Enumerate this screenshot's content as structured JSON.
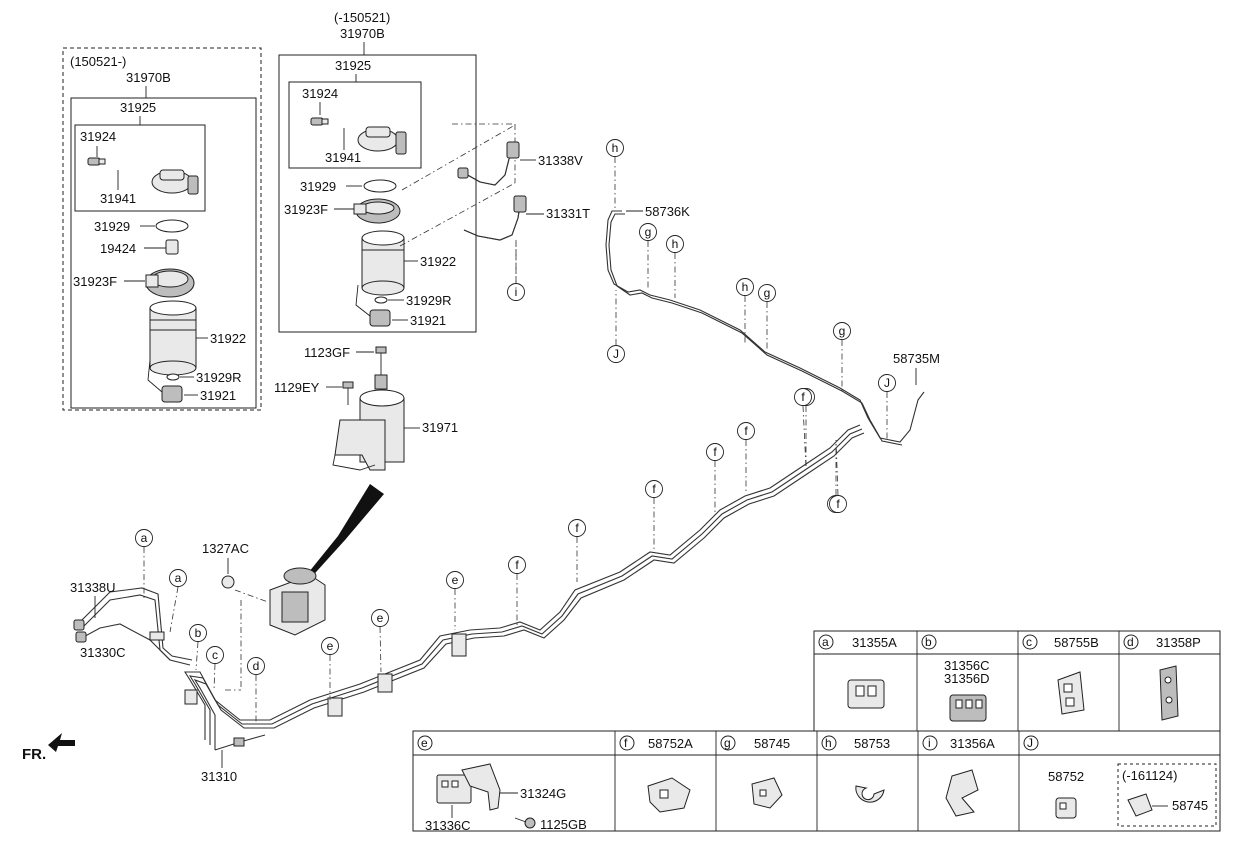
{
  "left_box": {
    "date": "(150521-)",
    "assembly": "31970B",
    "subassembly": "31925",
    "parts": [
      "31924",
      "31941",
      "31929",
      "19424",
      "31923F",
      "31922",
      "31929R",
      "31921"
    ]
  },
  "mid_box": {
    "date": "(-150521)",
    "assembly": "31970B",
    "subassembly": "31925",
    "parts": [
      "31924",
      "31941",
      "31929",
      "31923F",
      "31922",
      "31929R",
      "31921"
    ]
  },
  "labels": {
    "p31338V": "31338V",
    "p31331T": "31331T",
    "p58736K": "58736K",
    "p58735M": "58735M",
    "p1123GF": "1123GF",
    "p1129EY": "1129EY",
    "p31971": "31971",
    "p1327AC": "1327AC",
    "p31338U": "31338U",
    "p31330C": "31330C",
    "p31310": "31310",
    "fr": "FR."
  },
  "callouts": [
    "a",
    "a",
    "b",
    "c",
    "d",
    "e",
    "e",
    "e",
    "f",
    "f",
    "f",
    "f",
    "f",
    "f",
    "f",
    "f",
    "f",
    "g",
    "g",
    "g",
    "h",
    "h",
    "h",
    "i",
    "J",
    "J"
  ],
  "legend": {
    "row1": [
      {
        "key": "a",
        "part": "31355A"
      },
      {
        "key": "b",
        "part": "",
        "parts": [
          "31356C",
          "31356D"
        ]
      },
      {
        "key": "c",
        "part": "58755B"
      },
      {
        "key": "d",
        "part": "31358P"
      }
    ],
    "row2": [
      {
        "key": "e",
        "part": "",
        "parts": [
          "31324G",
          "31336C",
          "1125GB"
        ]
      },
      {
        "key": "f",
        "part": "58752A"
      },
      {
        "key": "g",
        "part": "58745"
      },
      {
        "key": "h",
        "part": "58753"
      },
      {
        "key": "i",
        "part": "31356A"
      },
      {
        "key": "J",
        "part": "",
        "parts": [
          "58752",
          "(-161124)",
          "58745"
        ]
      }
    ]
  },
  "icons": [
    "filter-assembly",
    "fuel-pipe",
    "pipe-clip",
    "bracket",
    "bolt",
    "grommet"
  ]
}
